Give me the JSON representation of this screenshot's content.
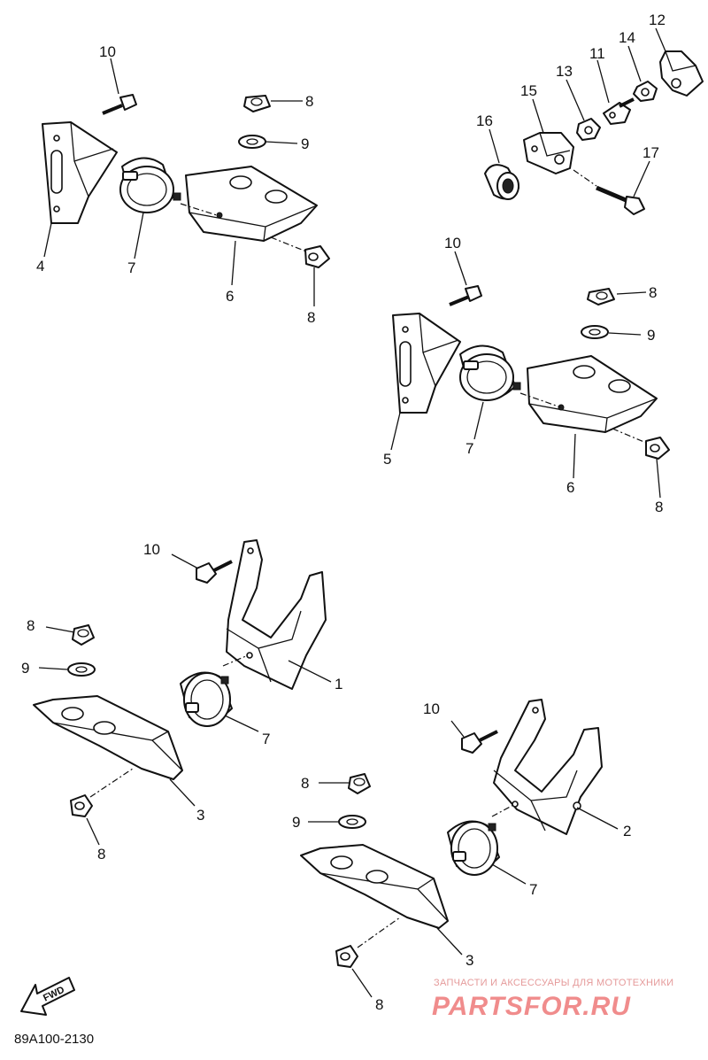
{
  "callouts": [
    {
      "id": "c10a",
      "text": "10"
    },
    {
      "id": "c8a",
      "text": "8"
    },
    {
      "id": "c9a",
      "text": "9"
    },
    {
      "id": "c4",
      "text": "4"
    },
    {
      "id": "c7a",
      "text": "7"
    },
    {
      "id": "c6a",
      "text": "6"
    },
    {
      "id": "c8b",
      "text": "8"
    },
    {
      "id": "c12",
      "text": "12"
    },
    {
      "id": "c14",
      "text": "14"
    },
    {
      "id": "c11",
      "text": "11"
    },
    {
      "id": "c13",
      "text": "13"
    },
    {
      "id": "c15",
      "text": "15"
    },
    {
      "id": "c16",
      "text": "16"
    },
    {
      "id": "c17",
      "text": "17"
    },
    {
      "id": "c10b",
      "text": "10"
    },
    {
      "id": "c8c",
      "text": "8"
    },
    {
      "id": "c9b",
      "text": "9"
    },
    {
      "id": "c5",
      "text": "5"
    },
    {
      "id": "c7b",
      "text": "7"
    },
    {
      "id": "c6b",
      "text": "6"
    },
    {
      "id": "c8d",
      "text": "8"
    },
    {
      "id": "c10c",
      "text": "10"
    },
    {
      "id": "c8e",
      "text": "8"
    },
    {
      "id": "c9c",
      "text": "9"
    },
    {
      "id": "c1",
      "text": "1"
    },
    {
      "id": "c7c",
      "text": "7"
    },
    {
      "id": "c3a",
      "text": "3"
    },
    {
      "id": "c8f",
      "text": "8"
    },
    {
      "id": "c10d",
      "text": "10"
    },
    {
      "id": "c8g",
      "text": "8"
    },
    {
      "id": "c9d",
      "text": "9"
    },
    {
      "id": "c2",
      "text": "2"
    },
    {
      "id": "c7d",
      "text": "7"
    },
    {
      "id": "c3b",
      "text": "3"
    },
    {
      "id": "c8h",
      "text": "8"
    }
  ],
  "fwd_label": "FWD",
  "diagram_code": "89A100-2130",
  "watermark": {
    "tagline": "ЗАПЧАСТИ И АКСЕССУАРЫ ДЛЯ МОТОТЕХНИКИ",
    "brand": "PARTSFOR.RU",
    "color": "#f08c8c"
  }
}
